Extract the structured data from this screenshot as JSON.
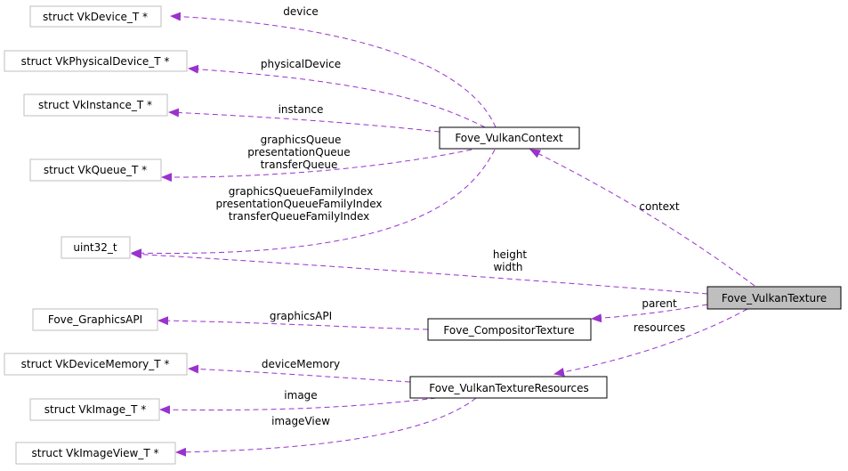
{
  "diagram": {
    "nodes": {
      "vkdevice": "struct VkDevice_T *",
      "vkphysical": "struct VkPhysicalDevice_T *",
      "vkinstance": "struct VkInstance_T *",
      "vkqueue": "struct VkQueue_T *",
      "uint32": "uint32_t",
      "graphicsapi": "Fove_GraphicsAPI",
      "vkdevicememory": "struct VkDeviceMemory_T *",
      "vkimage": "struct VkImage_T *",
      "vkimageview": "struct VkImageView_T *",
      "vulkancontext": "Fove_VulkanContext",
      "compositortexture": "Fove_CompositorTexture",
      "texresources": "Fove_VulkanTextureResources",
      "vulkantexture": "Fove_VulkanTexture"
    },
    "edges": {
      "device": "device",
      "physicalDevice": "physicalDevice",
      "instance": "instance",
      "queues": [
        "graphicsQueue",
        "presentationQueue",
        "transferQueue"
      ],
      "queueFamilies": [
        "graphicsQueueFamilyIndex",
        "presentationQueueFamilyIndex",
        "transferQueueFamilyIndex"
      ],
      "dimensions": [
        "height",
        "width"
      ],
      "context": "context",
      "graphicsAPI": "graphicsAPI",
      "parent": "parent",
      "resources": "resources",
      "deviceMemory": "deviceMemory",
      "image": "image",
      "imageView": "imageView"
    },
    "colors": {
      "edge": "#9a32cd",
      "grayBorder": "#bfbfbf",
      "blackBorder": "#000000",
      "highlightFill": "#bfbfbf"
    }
  }
}
